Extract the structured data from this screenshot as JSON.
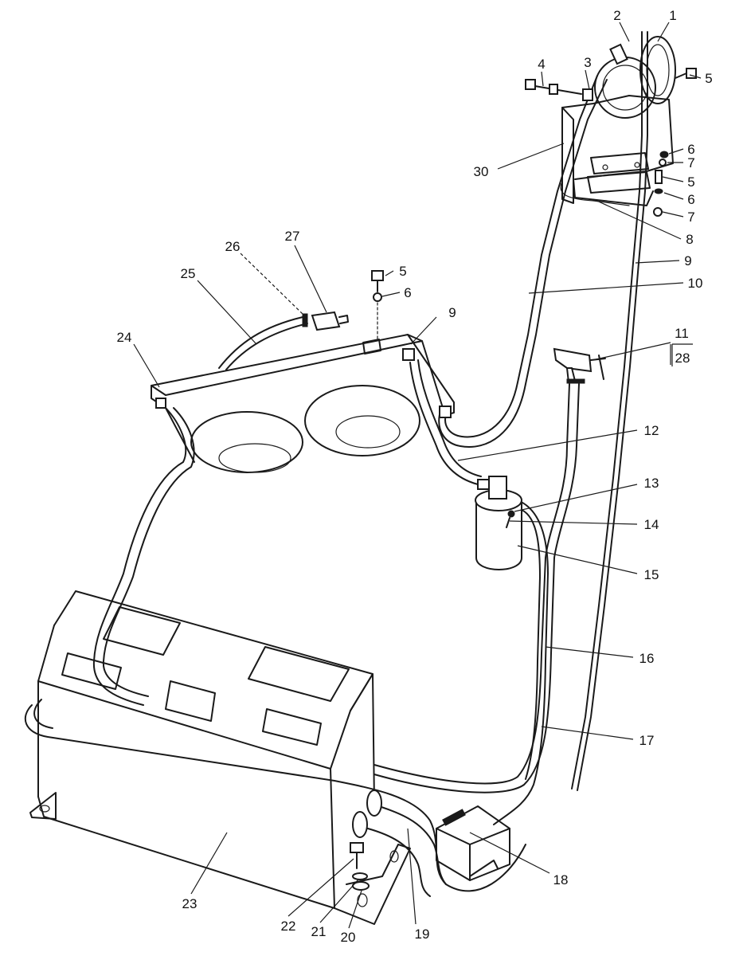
{
  "diagram": {
    "callouts": [
      {
        "id": "c1",
        "label": "1"
      },
      {
        "id": "c2",
        "label": "2"
      },
      {
        "id": "c3",
        "label": "3"
      },
      {
        "id": "c4",
        "label": "4"
      },
      {
        "id": "c5a",
        "label": "5"
      },
      {
        "id": "c30",
        "label": "30"
      },
      {
        "id": "c6a",
        "label": "6"
      },
      {
        "id": "c7a",
        "label": "7"
      },
      {
        "id": "c5b",
        "label": "5"
      },
      {
        "id": "c6b",
        "label": "6"
      },
      {
        "id": "c7b",
        "label": "7"
      },
      {
        "id": "c8",
        "label": "8"
      },
      {
        "id": "c9a",
        "label": "9"
      },
      {
        "id": "c10",
        "label": "10"
      },
      {
        "id": "c26",
        "label": "26"
      },
      {
        "id": "c27",
        "label": "27"
      },
      {
        "id": "c25",
        "label": "25"
      },
      {
        "id": "c5c",
        "label": "5"
      },
      {
        "id": "c6c",
        "label": "6"
      },
      {
        "id": "c9b",
        "label": "9"
      },
      {
        "id": "c24",
        "label": "24"
      },
      {
        "id": "c11",
        "label": "11"
      },
      {
        "id": "c28",
        "label": "28"
      },
      {
        "id": "c12",
        "label": "12"
      },
      {
        "id": "c13",
        "label": "13"
      },
      {
        "id": "c14",
        "label": "14"
      },
      {
        "id": "c15",
        "label": "15"
      },
      {
        "id": "c16",
        "label": "16"
      },
      {
        "id": "c17",
        "label": "17"
      },
      {
        "id": "c18",
        "label": "18"
      },
      {
        "id": "c23",
        "label": "23"
      },
      {
        "id": "c22",
        "label": "22"
      },
      {
        "id": "c21",
        "label": "21"
      },
      {
        "id": "c20",
        "label": "20"
      },
      {
        "id": "c19",
        "label": "19"
      }
    ]
  }
}
